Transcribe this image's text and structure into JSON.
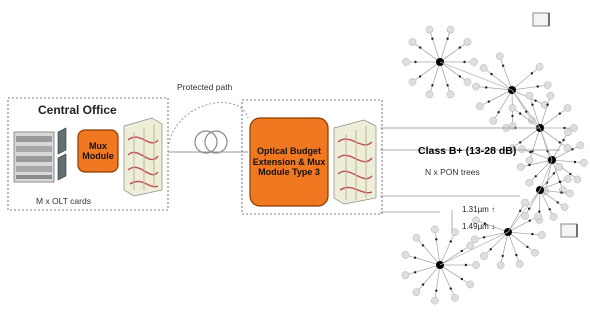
{
  "central_office": {
    "title": "Central Office",
    "olt_label": "M x OLT cards",
    "mux_label": "Mux Module"
  },
  "link": {
    "protected_path": "Protected path"
  },
  "extender": {
    "label": "Optical Budget Extension & Mux Module Type 3"
  },
  "output": {
    "class_label": "Class B+ (13-28 dB)",
    "pon_label": "N x PON trees",
    "wavelength_up": "1.31µm ↑",
    "wavelength_down": "1.49µm ↓"
  },
  "colors": {
    "module_orange": "#f07820",
    "module_border": "#8a3a00",
    "line": "#999999",
    "box_dash": "#555555"
  }
}
